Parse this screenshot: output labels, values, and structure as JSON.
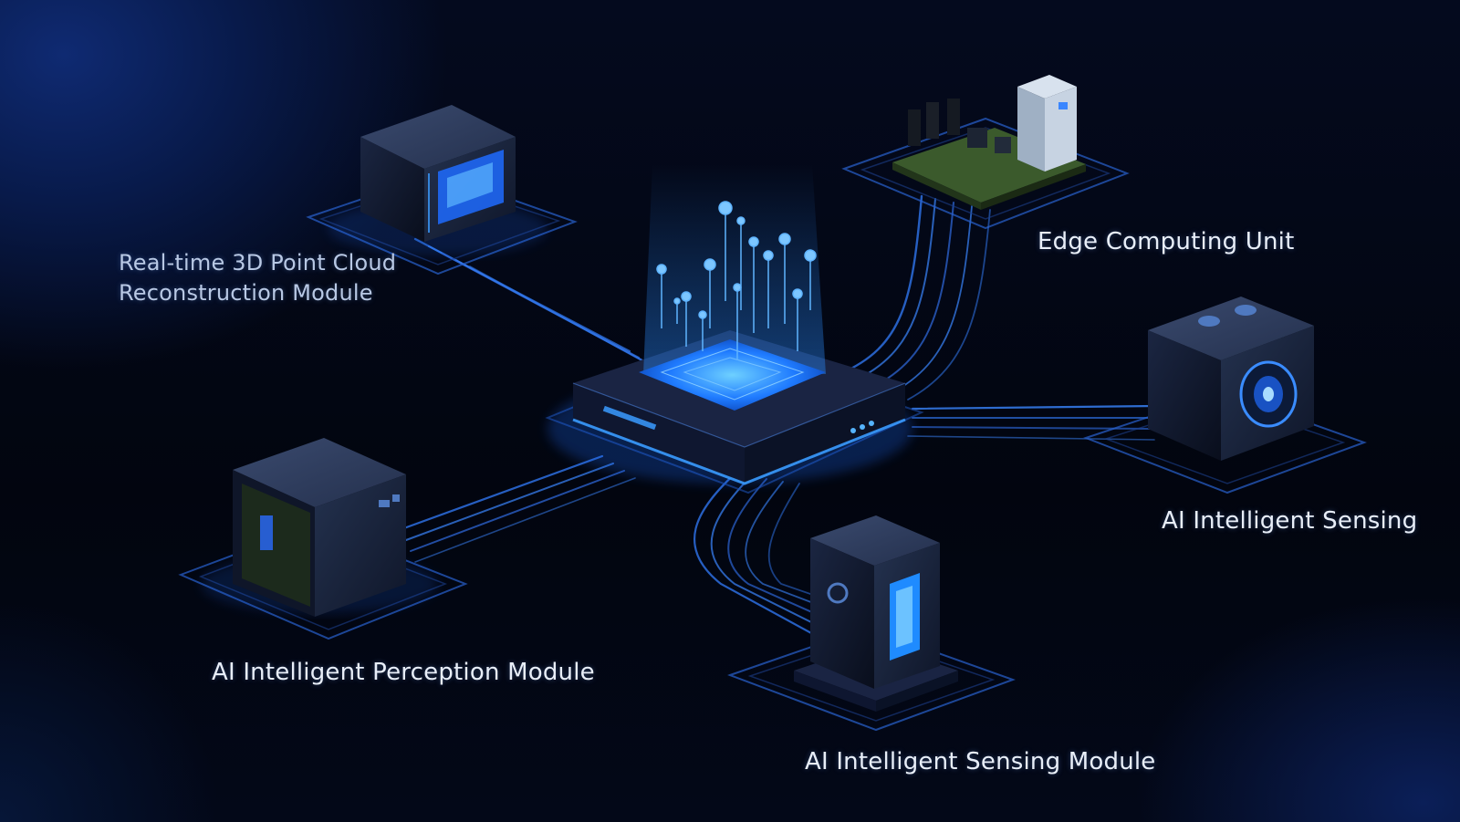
{
  "diagram": {
    "hub": {
      "role": "central-computing-hub"
    },
    "modules": [
      {
        "id": "point-cloud",
        "label_lines": [
          "Real-time 3D Point Cloud",
          "Reconstruction Module"
        ]
      },
      {
        "id": "edge",
        "label": "Edge Computing Unit"
      },
      {
        "id": "ai-sensing",
        "label": "AI Intelligent Sensing"
      },
      {
        "id": "perception",
        "label": "AI Intelligent Perception Module"
      },
      {
        "id": "sensing-module",
        "label": "AI Intelligent Sensing Module"
      }
    ],
    "colors": {
      "accent": "#2f7bff",
      "glow": "#4aa8ff",
      "device": "#1a2540",
      "label": "#e8eef8"
    }
  }
}
